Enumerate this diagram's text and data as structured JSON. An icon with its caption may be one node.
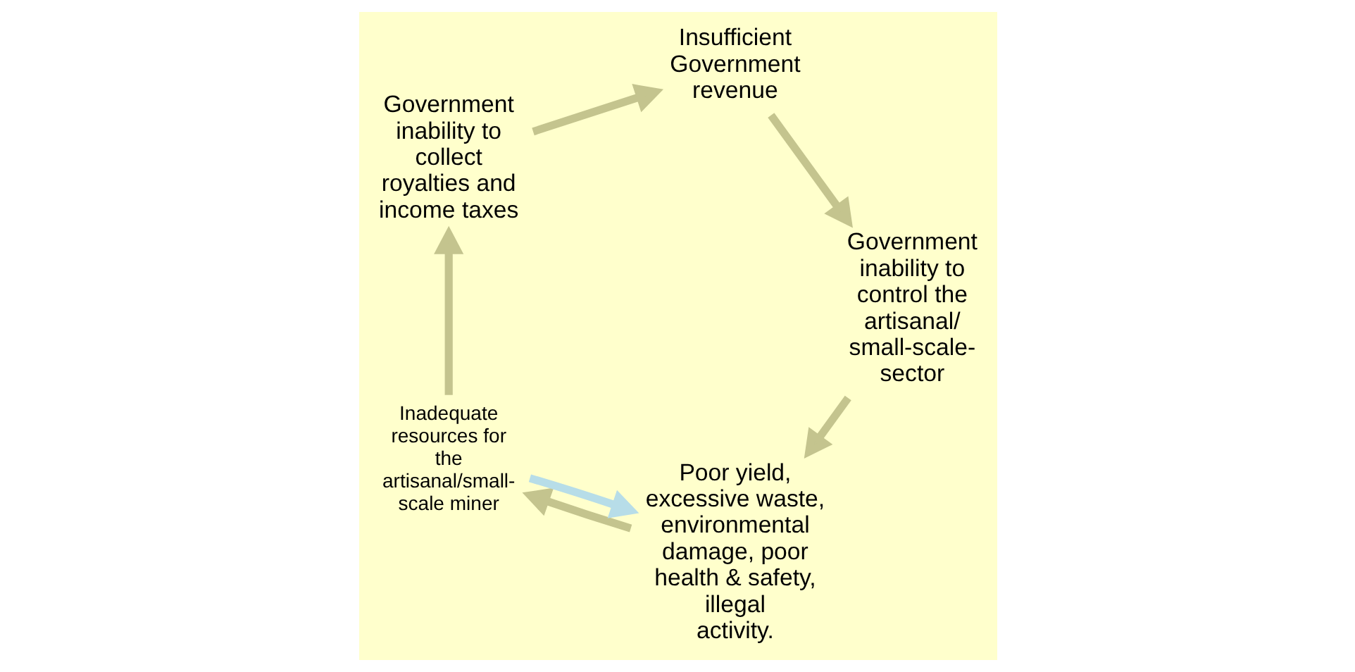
{
  "diagram": {
    "nodes": [
      {
        "text": [
          "Poor yield, excessive waste, environmental damage, poor health & safety, illegal activity."
        ]
      },
      {
        "text": [
          "Inadequate resources for the artisanal/small-scale miner"
        ]
      },
      {
        "text": [
          "Government inability to collect royalties and income taxes"
        ]
      },
      {
        "text": [
          "Insufficient Government revenue"
        ]
      },
      {
        "text": [
          "Government inability to control the artisanal/ small-scale-sector"
        ]
      }
    ],
    "edges": [
      {
        "from": 0,
        "to": 1,
        "arrow": "to"
      },
      {
        "from": 1,
        "to": 0,
        "arrow": "to",
        "color": "#b7dde8"
      },
      {
        "from": 1,
        "to": 2,
        "arrow": "to"
      },
      {
        "from": 2,
        "to": 3,
        "arrow": "to"
      },
      {
        "from": 3,
        "to": 4,
        "arrow": "to"
      },
      {
        "from": 4,
        "to": 0,
        "arrow": "to"
      }
    ]
  }
}
